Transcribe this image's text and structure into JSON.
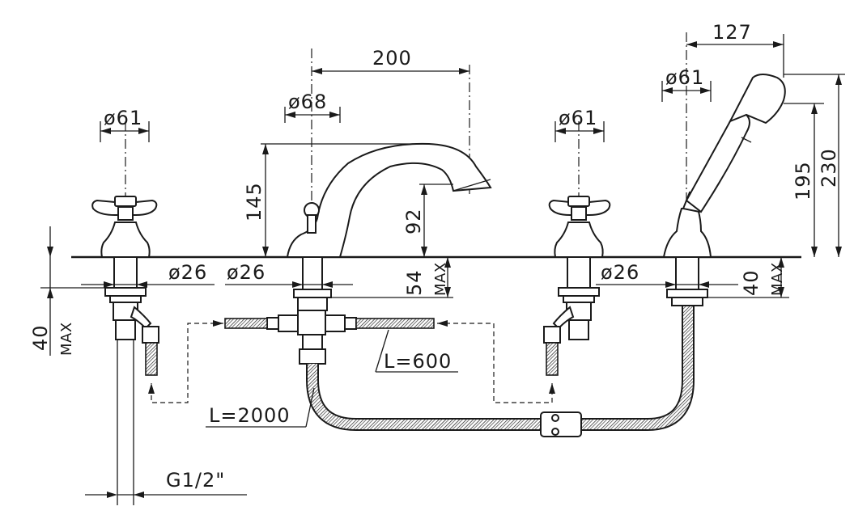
{
  "dimensions": {
    "spout_spacing": "200",
    "handshower_offset": "127",
    "spout_base_dia": "ø68",
    "left_valve_dia": "ø61",
    "right_valve_dia": "ø61",
    "handshower_dia": "ø61",
    "spout_height": "145",
    "spout_outlet_height": "92",
    "handshower_height_195": "195",
    "handshower_height_230": "230",
    "hole_dia_left": "ø26",
    "hole_dia_center": "ø26",
    "hole_dia_right": "ø26",
    "deck_max_center": "54",
    "deck_max_center_label": "MAX",
    "deck_max_left": "40",
    "deck_max_left_label": "MAX",
    "deck_max_right": "40",
    "deck_max_right_label": "MAX",
    "hose_length_short": "L=600",
    "hose_length_long": "L=2000",
    "thread": "G1/2\""
  }
}
